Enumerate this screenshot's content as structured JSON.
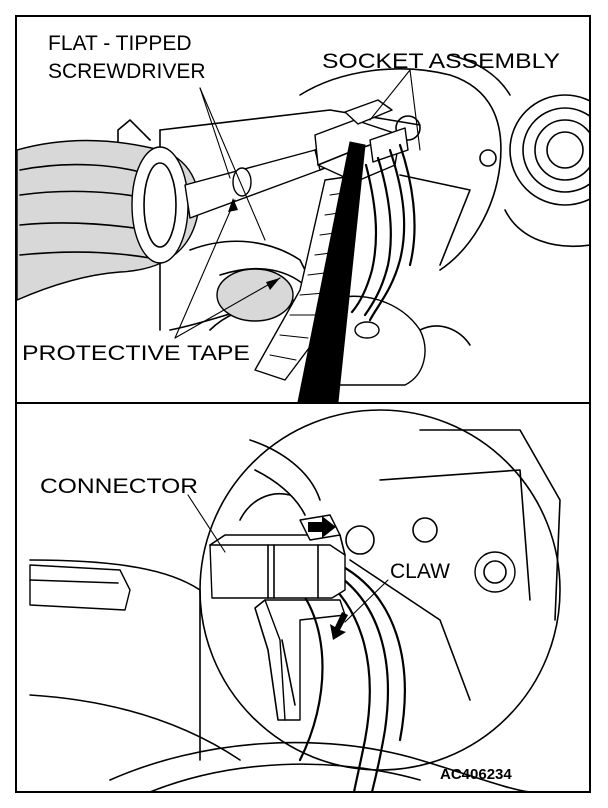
{
  "top_panel": {
    "label_screwdriver_line1": "FLAT - TIPPED",
    "label_screwdriver_line2": "SCREWDRIVER",
    "label_socket": "SOCKET ASSEMBLY",
    "label_tape": "PROTECTIVE TAPE"
  },
  "bottom_panel": {
    "label_connector": "CONNECTOR",
    "label_claw": "CLAW",
    "figure_code": "AC406234"
  }
}
